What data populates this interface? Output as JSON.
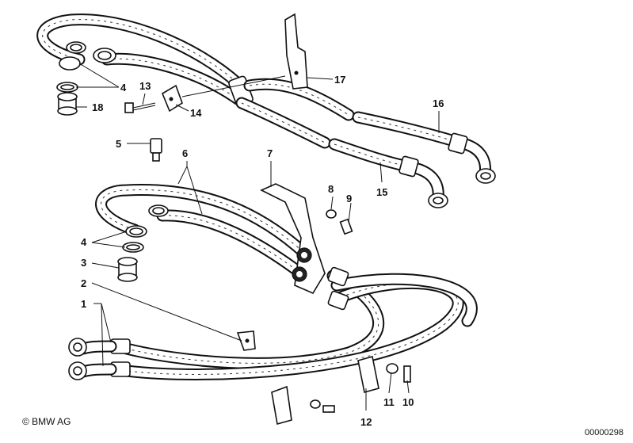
{
  "diagram": {
    "copyright": "© BMW AG",
    "diagram_id": "00000298",
    "callouts": [
      "1",
      "2",
      "3",
      "4",
      "4",
      "5",
      "6",
      "7",
      "8",
      "9",
      "10",
      "11",
      "12",
      "13",
      "14",
      "15",
      "16",
      "17",
      "18"
    ]
  }
}
